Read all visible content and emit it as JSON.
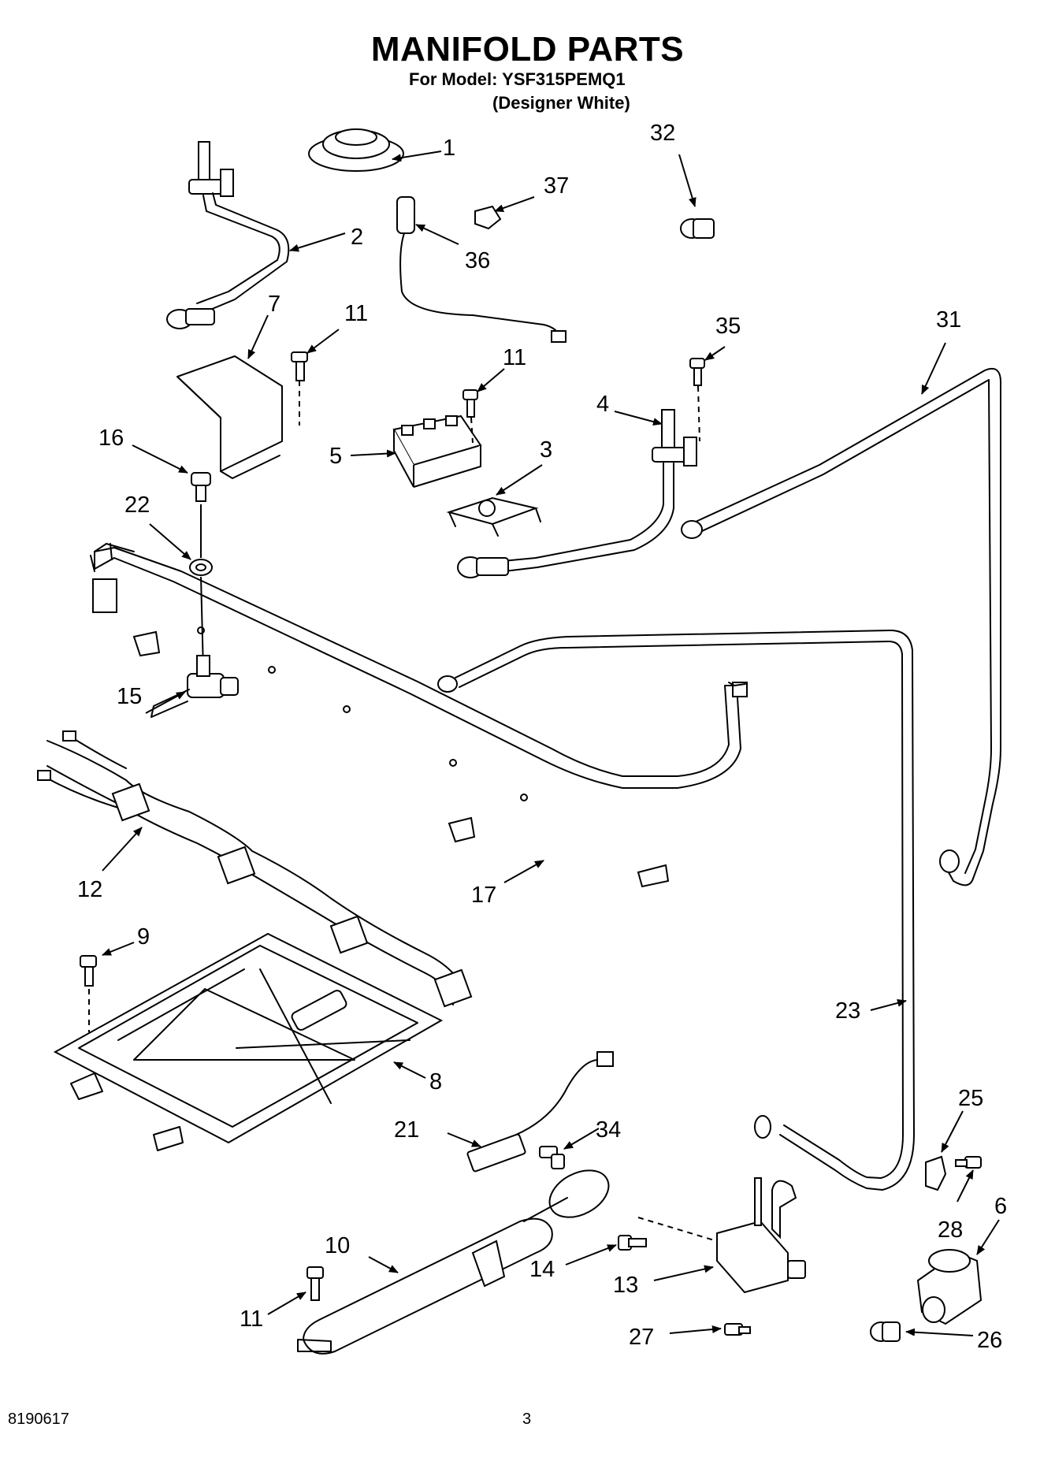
{
  "header": {
    "title": "MANIFOLD PARTS",
    "model_line": "For Model: YSF315PEMQ1",
    "color_line": "(Designer White)"
  },
  "footer": {
    "doc_number": "8190617",
    "page_number": "3"
  },
  "callouts": [
    "1",
    "2",
    "3",
    "4",
    "5",
    "6",
    "7",
    "8",
    "9",
    "10",
    "11",
    "11",
    "11",
    "12",
    "13",
    "14",
    "15",
    "16",
    "17",
    "21",
    "22",
    "23",
    "25",
    "26",
    "27",
    "28",
    "31",
    "32",
    "34",
    "35",
    "36",
    "37"
  ]
}
